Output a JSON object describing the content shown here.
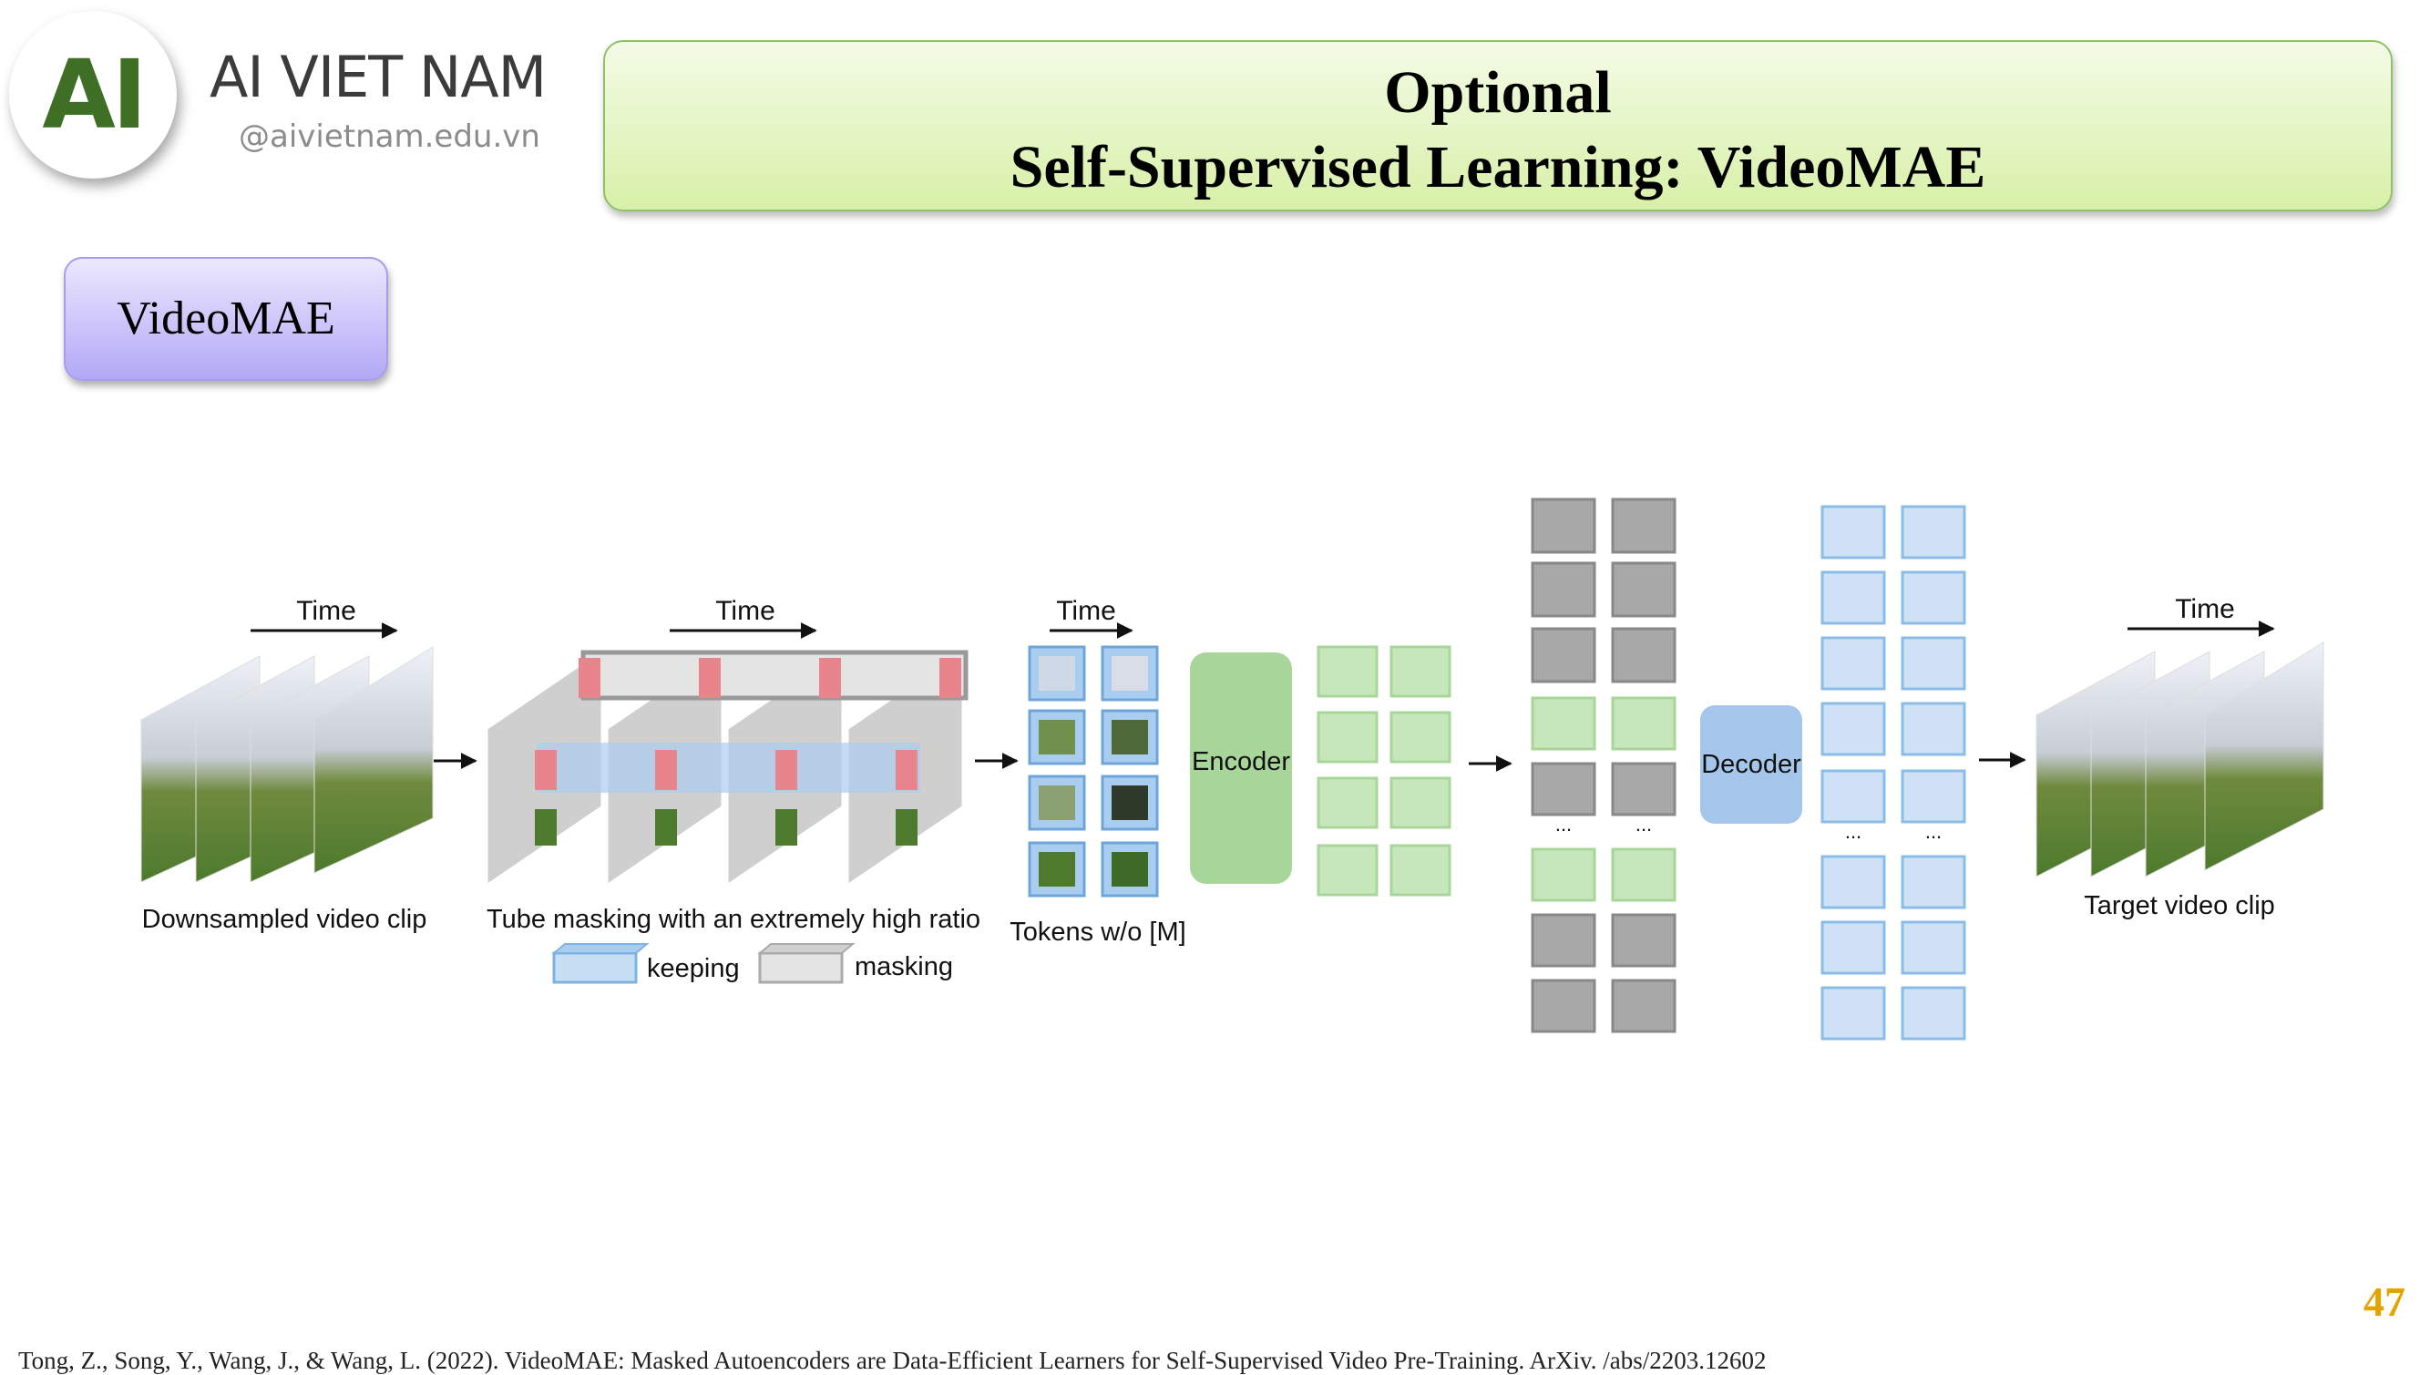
{
  "logo": {
    "mark": "AI",
    "name": "AI VIET NAM",
    "handle": "@aivietnam.edu.vn"
  },
  "title": {
    "line1": "Optional",
    "line2": "Self-Supervised Learning: VideoMAE"
  },
  "badge": "VideoMAE",
  "diagram": {
    "time_label": "Time",
    "captions": {
      "input": "Downsampled video clip",
      "masking": "Tube masking with an extremely high ratio",
      "tokens": "Tokens w/o [M]",
      "target": "Target video clip"
    },
    "legend": {
      "keeping": "keeping",
      "masking": "masking"
    },
    "encoder": "Encoder",
    "decoder": "Decoder",
    "ellipsis": "...",
    "colors": {
      "keep": "#a9cdef",
      "mask": "#b3b3b3",
      "encoded": "#c6e6bc",
      "encoder": "#a8d59a",
      "decoder": "#a4c6ea",
      "masked_patch": "#e8848c"
    }
  },
  "page_number": "47",
  "citation": "Tong, Z., Song, Y., Wang, J., & Wang, L. (2022). VideoMAE: Masked Autoencoders are Data-Efficient Learners for Self-Supervised Video Pre-Training. ArXiv. /abs/2203.12602"
}
